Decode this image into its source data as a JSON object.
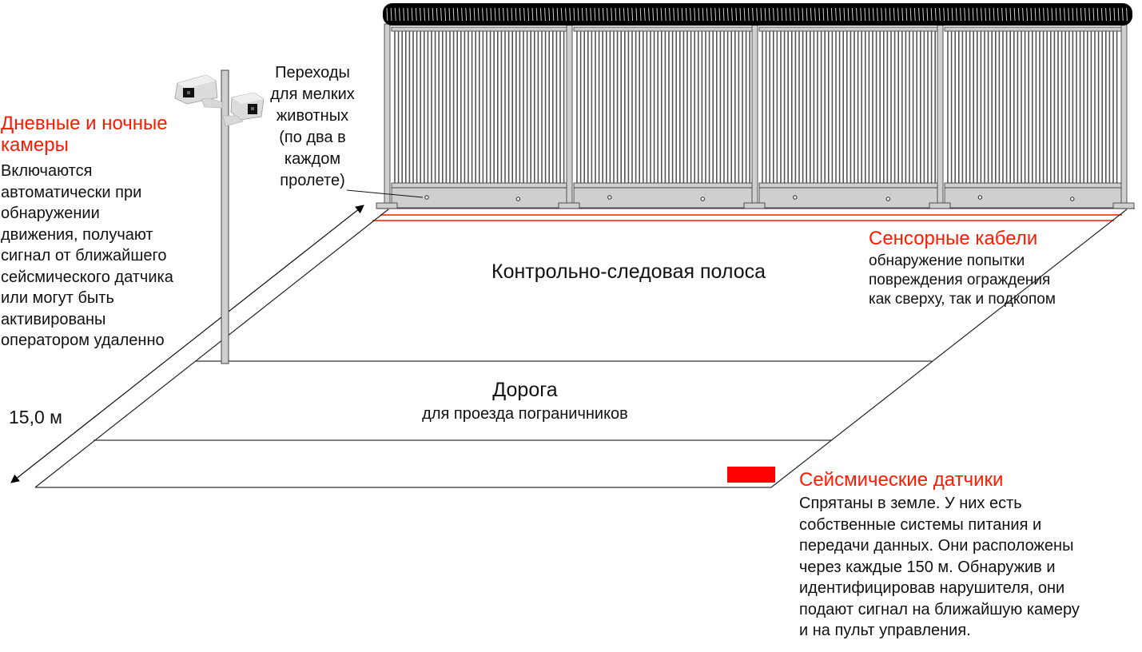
{
  "colors": {
    "accent_red": "#ff1a00",
    "sensor_red": "#ff0000",
    "fence_gray": "#cfcfcf",
    "outline": "#333333",
    "wire_black": "#000000"
  },
  "icons": {
    "camera": "cctv-camera-icon",
    "arrow": "arrow-icon"
  },
  "cameras": {
    "title_line1": "Дневные и ночные",
    "title_line2": "камеры",
    "description": [
      "Включаются",
      "автоматически при",
      "обнаружении",
      "движения, получают",
      "сигнал от ближайшего",
      "сейсмического датчика",
      "или могут быть",
      "активированы",
      "оператором удаленно"
    ]
  },
  "animal_passages": {
    "lines": [
      "Переходы",
      "для мелких",
      "животных",
      "(по два в",
      "каждом",
      "пролете)"
    ]
  },
  "control_strip": {
    "label": "Контрольно-следовая полоса"
  },
  "road": {
    "title": "Дорога",
    "subtitle": "для проезда пограничников"
  },
  "dimension": {
    "label": "15,0 м"
  },
  "sensor_cables": {
    "title": "Сенсорные кабели",
    "description": [
      "обнаружение попытки",
      "повреждения ограждения",
      "как сверху, так и подкопом"
    ]
  },
  "seismic_sensors": {
    "title": "Сейсмические датчики",
    "description": [
      "Спрятаны в земле. У них есть",
      "собственные системы питания и",
      "передачи данных. Они расположены",
      "через каждые 150 м. Обнаружив и",
      "идентифицировав нарушителя, они",
      "подают сигнал на ближайшую камеру",
      "и на пульт управления."
    ]
  },
  "fence": {
    "panels": 4
  }
}
